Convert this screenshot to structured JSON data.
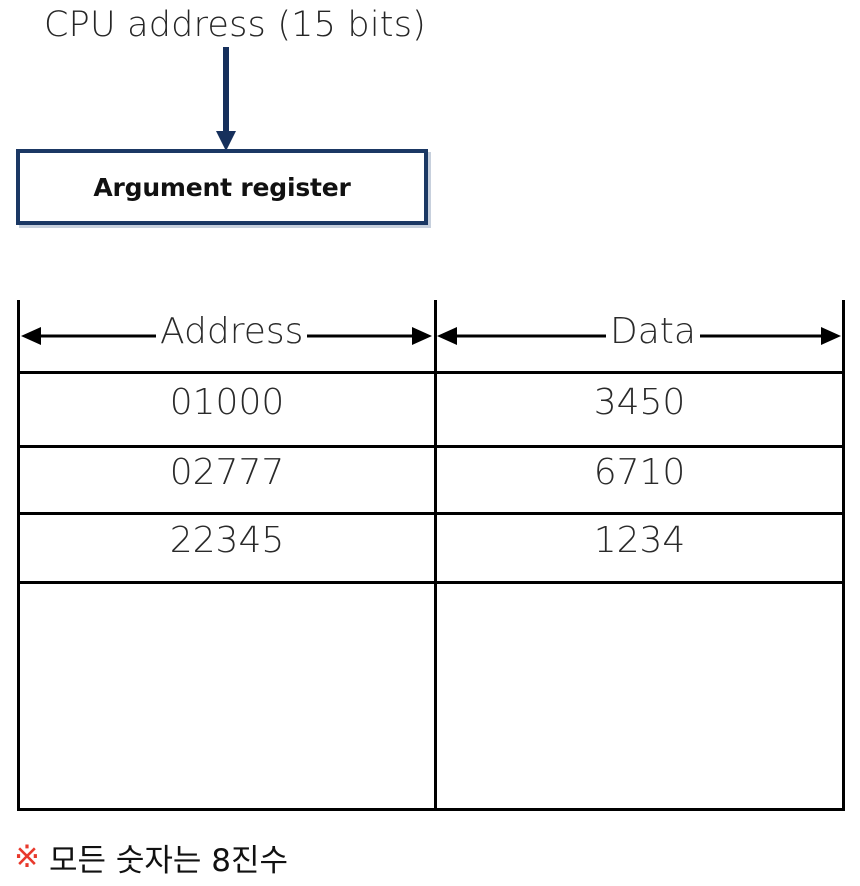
{
  "heading": {
    "text": "CPU address (15 bits)"
  },
  "arrow": {
    "name": "cpu-address-arrow",
    "color": "#16305c",
    "direction": "down"
  },
  "register": {
    "label": "Argument register",
    "border_color": "#1b3864"
  },
  "memory_table": {
    "columns": [
      {
        "key": "address",
        "header": "Address"
      },
      {
        "key": "data",
        "header": "Data"
      }
    ],
    "rows": [
      {
        "address": "01000",
        "data": "3450"
      },
      {
        "address": "02777",
        "data": "6710"
      },
      {
        "address": "22345",
        "data": "1234"
      },
      {
        "address": "",
        "data": ""
      }
    ]
  },
  "footnote": {
    "mark": "※",
    "mark_color": "#e8392c",
    "text": "모든 숫자는 8진수"
  }
}
